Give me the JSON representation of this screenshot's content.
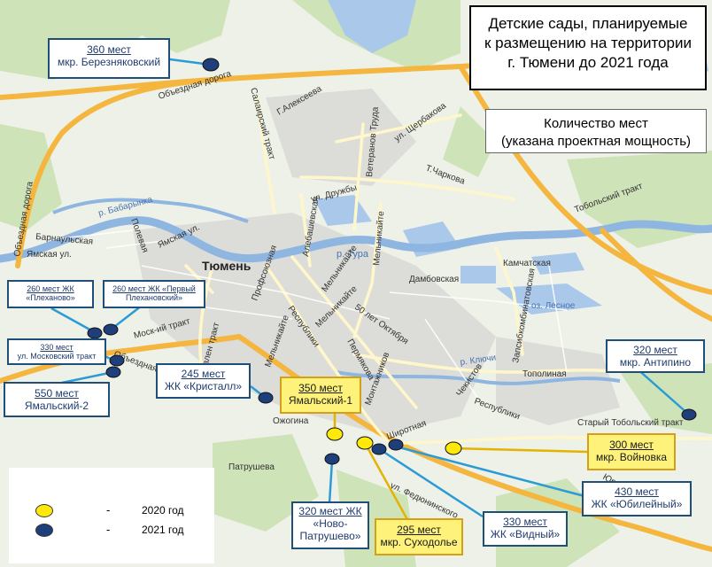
{
  "title": {
    "line1": "Детские сады, планируемые",
    "line2": "к размещению на территории",
    "line3": "г. Тюмени до 2021 года"
  },
  "count_note": {
    "line1": "Количество мест",
    "line2": "(указана проектная мощность)"
  },
  "legend": {
    "items": [
      {
        "color": "#ffe90a",
        "dash": "-",
        "label": "2020 год"
      },
      {
        "color": "#1f3f7a",
        "dash": "-",
        "label": "2021 год"
      }
    ]
  },
  "colors": {
    "year_2020": "#ffe90a",
    "year_2021": "#1f3f7a",
    "callout_2020_fill": "#fff27a",
    "callout_border": "#1f4e79",
    "leader_line": "#2b9bd6",
    "road": "#f4b63e",
    "river": "#8fb6e0"
  },
  "callouts": [
    {
      "id": "bereznyakovsky",
      "cap": "360 мест",
      "sub": "мкр. Березняковский",
      "year": 2021
    },
    {
      "id": "plekhanovo",
      "cap": "260 мест ЖК",
      "sub": "«Плеханово»",
      "year": 2021
    },
    {
      "id": "pervy-plekhanovsky",
      "cap": "260 мест ЖК «Первый",
      "sub": "Плехановский»",
      "year": 2021
    },
    {
      "id": "moskovsky-trakt",
      "cap": "330 мест",
      "sub": "ул. Московский тракт",
      "year": 2021
    },
    {
      "id": "yamalsky-2",
      "cap": "550 мест",
      "sub": "Ямальский-2",
      "year": 2021
    },
    {
      "id": "kristall",
      "cap": "245 мест",
      "sub": "ЖК «Кристалл»",
      "year": 2021
    },
    {
      "id": "yamalsky-1",
      "cap": "350 мест",
      "sub": "Ямальский-1",
      "year": 2020
    },
    {
      "id": "antipino",
      "cap": "320 мест",
      "sub": "мкр. Антипино",
      "year": 2021
    },
    {
      "id": "voynovka",
      "cap": "300 мест",
      "sub": "мкр. Войновка",
      "year": 2020
    },
    {
      "id": "yubileyny",
      "cap": "430 мест",
      "sub": "ЖК «Юбилейный»",
      "year": 2021
    },
    {
      "id": "vidny",
      "cap": "330 мест",
      "sub": "ЖК «Видный»",
      "year": 2021
    },
    {
      "id": "sukhodolye",
      "cap": "295 мест",
      "sub": "мкр. Суходолье",
      "year": 2020
    },
    {
      "id": "novo-patrushevo",
      "cap": "320 мест ЖК",
      "sub": "«Ново-",
      "sub2": "Патрушево»",
      "year": 2021
    }
  ],
  "map_labels": {
    "city": "Тюмень",
    "obezdnaya1": "Объездная дорога",
    "obezdnaya2": "Объездная дорога",
    "obezdnaya3": "Объездная дорога",
    "salairsky": "Салаирский тракт",
    "alekseeva": "Г.Алексеева",
    "shcherbakova": "ул. Щербакова",
    "veteranov": "Ветеранов Труда",
    "charkova": "Т.Чаркова",
    "druzhby": "ул. Дружбы",
    "tobolsky": "Тобольский тракт",
    "babarynka": "р. Бабарынка",
    "polevaya": "Полевая",
    "barnaulskaya": "Барнаульская",
    "yamskaya1": "Ямская ул.",
    "yamskaya2": "Ямская ул.",
    "tura": "р. Тура",
    "alebashevskaya": "Алебашевская",
    "melnikayte1": "Мельникайте",
    "melnikayte2": "Мельникайте",
    "melnikayte3": "Мельникайте",
    "melnikayte4": "Мельникайте",
    "kamchatskaya": "Камчатская",
    "damboskaya": "Дамбовская",
    "lesnoe": "оз. Лесное",
    "profsoyuznaya": "Профсоюзная",
    "respubliki1": "Республики",
    "respubliki2": "Республики",
    "50let": "50 лет Октября",
    "permyakova": "Пермякова",
    "moskovsky": "Моск-ий тракт",
    "cherv": "Червлен тракт",
    "klyuchi": "р. Ключи",
    "zapsib": "Запсибкомбинатовская",
    "topolinaya": "Тополиная",
    "chekistov": "Чекистов",
    "shirotnaya": "Широтная",
    "montazhnikov": "Монтажников",
    "staryi_tobolsky": "Старый Тобольский тракт",
    "ozhogina": "Ожогина",
    "patrusheva": "Патрушева",
    "fedyushina": "ул. Федюнинского",
    "yurovskaya": "Юровская"
  }
}
